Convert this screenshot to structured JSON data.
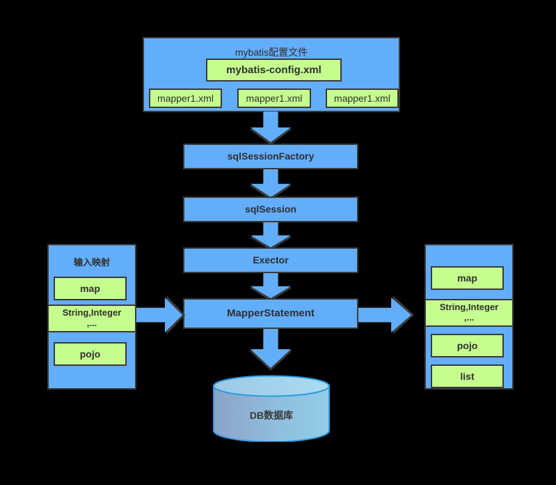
{
  "diagram": {
    "title": "MyBatis framework flow diagram",
    "colors": {
      "background": "#000000",
      "node_blue": "#63AEFB",
      "node_green": "#C5FE8F",
      "border": "#3a3a3a",
      "db_border": "#2E9BE0",
      "db_fill_left": "#8CA3C9",
      "db_fill_right": "#93CDEA"
    },
    "config_box": {
      "title": "mybatis配置文件",
      "main_file": "mybatis-config.xml",
      "mappers": [
        "mapper1.xml",
        "mapper1.xml",
        "mapper1.xml"
      ]
    },
    "flow": [
      {
        "label": "sqlSessionFactory"
      },
      {
        "label": "sqlSession"
      },
      {
        "label": "Exector"
      },
      {
        "label": "MapperStatement"
      }
    ],
    "input_panel": {
      "title": "输入映射",
      "items": [
        {
          "label": "map"
        },
        {
          "label_line1": "String,Integer",
          "label_line2": ",..."
        },
        {
          "label": "pojo"
        }
      ]
    },
    "output_panel": {
      "title": "",
      "items": [
        {
          "label": "map"
        },
        {
          "label_line1": "String,Integer",
          "label_line2": ",..."
        },
        {
          "label": "pojo"
        },
        {
          "label": "list"
        }
      ]
    },
    "database": {
      "label": "DB数据库"
    }
  }
}
